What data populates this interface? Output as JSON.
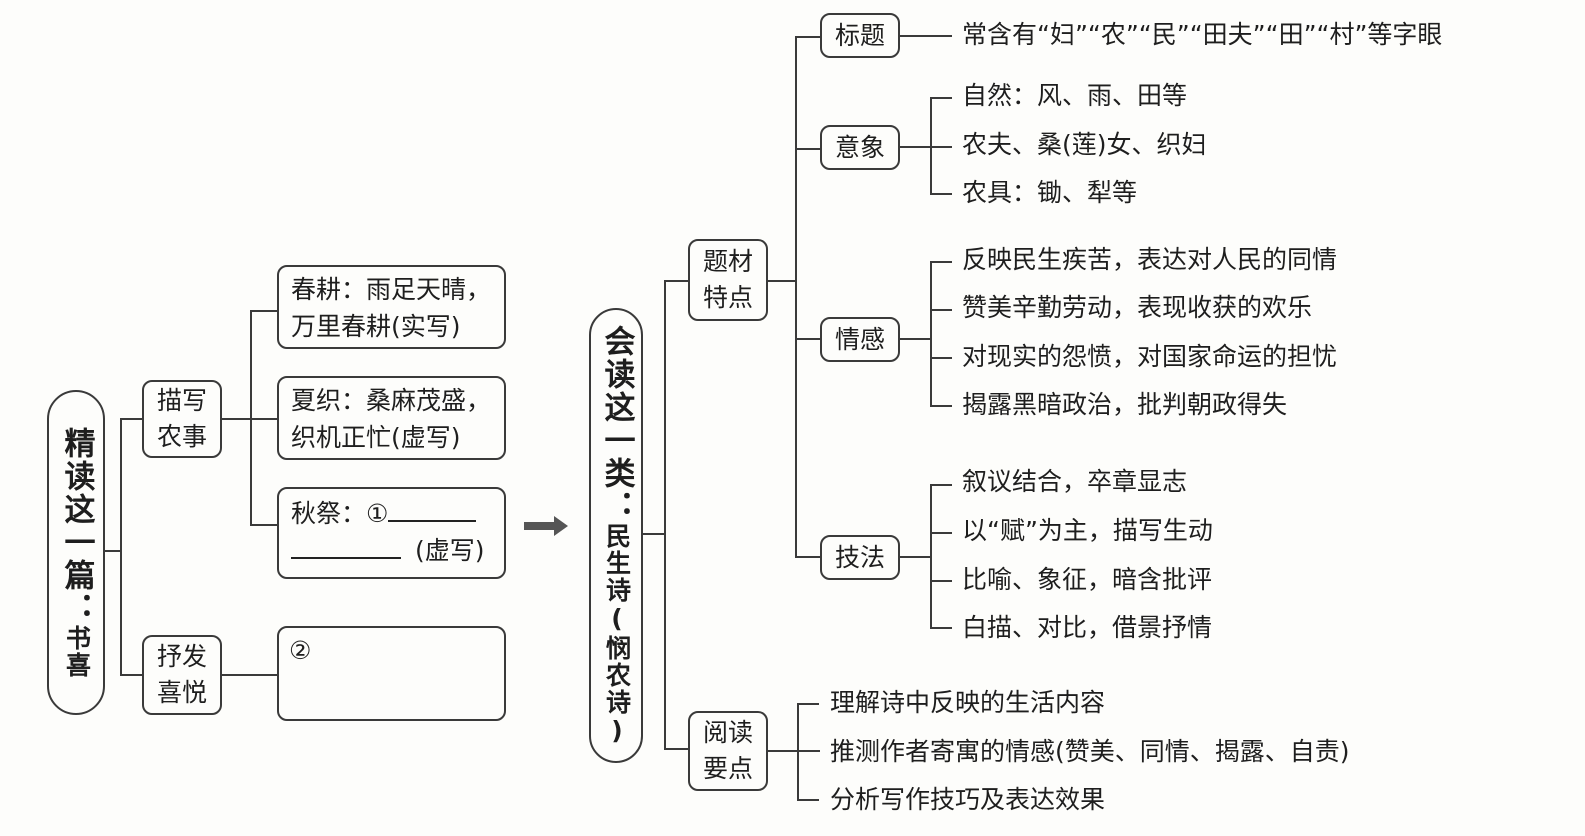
{
  "left_root": {
    "title": "精读这一篇",
    "colon": "：",
    "subtitle": "书喜"
  },
  "left_branches": [
    {
      "label_line1": "描写",
      "label_line2": "农事",
      "items": [
        {
          "line1": "春耕：雨足天晴，",
          "line2": "万里春耕(实写)"
        },
        {
          "line1": "夏织：桑麻茂盛，",
          "line2": "织机正忙(虚写)"
        },
        {
          "line1_prefix": "秋祭：①",
          "line2_suffix": "(虚写)"
        }
      ]
    },
    {
      "label_line1": "抒发",
      "label_line2": "喜悦",
      "items": [
        {
          "line1": "②"
        }
      ]
    }
  ],
  "arrow": "arrow-right",
  "center_root": {
    "title": "会读这一类",
    "colon": "：",
    "subtitle": "民生诗(悯农诗)"
  },
  "right_branches": [
    {
      "label_line1": "题材",
      "label_line2": "特点",
      "children": [
        {
          "label": "标题",
          "leaves": [
            "常含有“妇”“农”“民”“田夫”“田”“村”等字眼"
          ]
        },
        {
          "label": "意象",
          "leaves": [
            "自然：风、雨、田等",
            "农夫、桑(莲)女、织妇",
            "农具：锄、犁等"
          ]
        },
        {
          "label": "情感",
          "leaves": [
            "反映民生疾苦，表达对人民的同情",
            "赞美辛勤劳动，表现收获的欢乐",
            "对现实的怨愤，对国家命运的担忧",
            "揭露黑暗政治，批判朝政得失"
          ]
        },
        {
          "label": "技法",
          "leaves": [
            "叙议结合，卒章显志",
            "以“赋”为主，描写生动",
            "比喻、象征，暗含批评",
            "白描、对比，借景抒情"
          ]
        }
      ]
    },
    {
      "label_line1": "阅读",
      "label_line2": "要点",
      "leaves": [
        "理解诗中反映的生活内容",
        "推测作者寄寓的情感(赞美、同情、揭露、自责)",
        "分析写作技巧及表达效果"
      ]
    }
  ]
}
